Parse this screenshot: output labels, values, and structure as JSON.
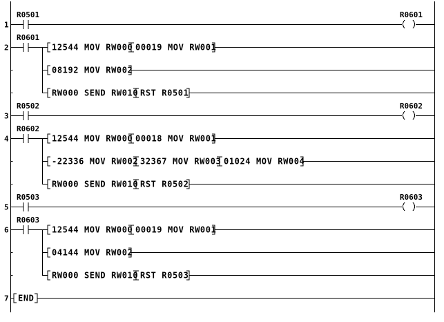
{
  "rungs": [
    {
      "number": "1",
      "contacts": [
        "R0501"
      ],
      "coil": "R0601",
      "branches": []
    },
    {
      "number": "2",
      "contacts": [
        "R0601"
      ],
      "coil": "",
      "branches": [
        [
          "12544 MOV RW000",
          "00019 MOV RW001"
        ],
        [
          "08192 MOV RW002"
        ],
        [
          "RW000 SEND RW010",
          "RST R0501"
        ]
      ]
    },
    {
      "number": "3",
      "contacts": [
        "R0502"
      ],
      "coil": "R0602",
      "branches": []
    },
    {
      "number": "4",
      "contacts": [
        "R0602"
      ],
      "coil": "",
      "branches": [
        [
          "12544 MOV RW000",
          "00018 MOV RW001"
        ],
        [
          "-22336 MOV RW002",
          "32367 MOV RW003",
          "01024 MOV RW004"
        ],
        [
          "RW000 SEND RW010",
          "RST R0502"
        ]
      ]
    },
    {
      "number": "5",
      "contacts": [
        "R0503"
      ],
      "coil": "R0603",
      "branches": []
    },
    {
      "number": "6",
      "contacts": [
        "R0603"
      ],
      "coil": "",
      "branches": [
        [
          "12544 MOV RW000",
          "00019 MOV RW001"
        ],
        [
          "04144 MOV RW002"
        ],
        [
          "RW000 SEND RW010",
          "RST R0503"
        ]
      ]
    },
    {
      "number": "7",
      "contacts": [],
      "coil": "",
      "end_label": "END",
      "branches": []
    }
  ]
}
